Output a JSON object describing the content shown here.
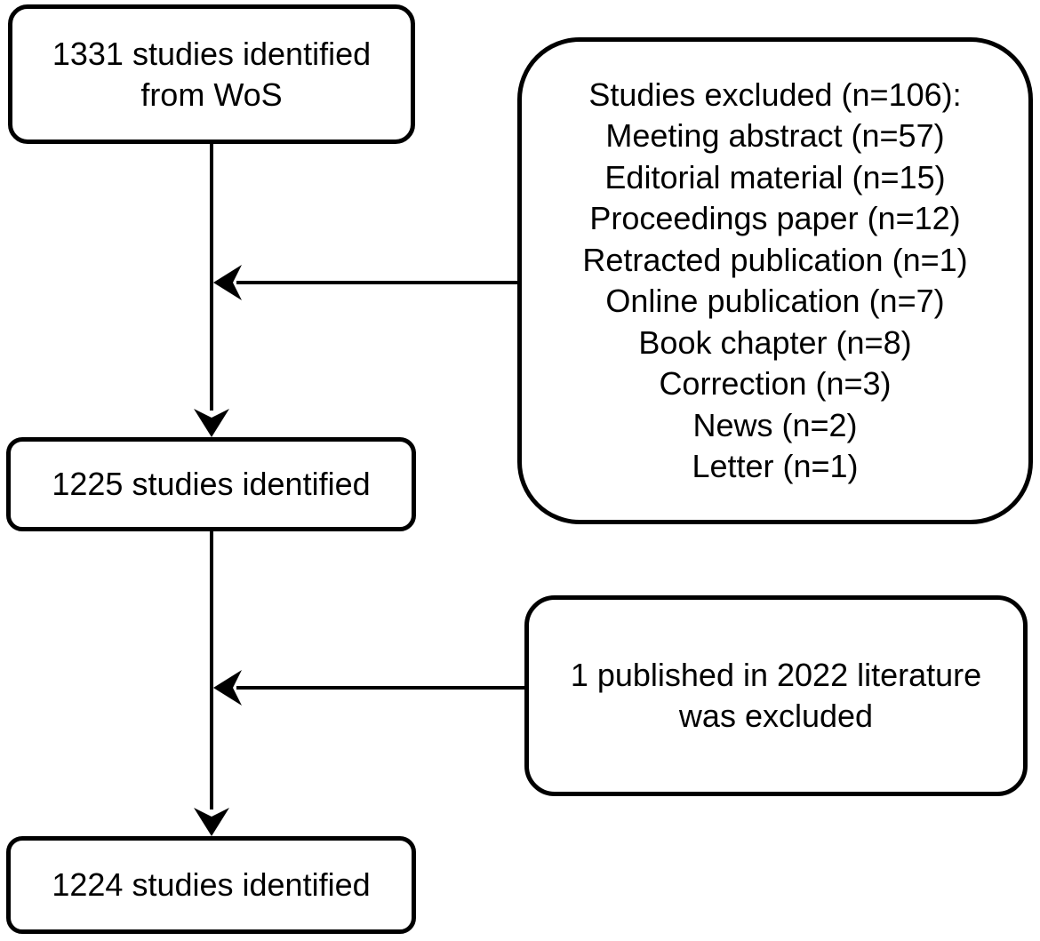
{
  "diagram": {
    "start_box": {
      "lines": [
        "1331 studies identified",
        "from WoS"
      ]
    },
    "mid_box": {
      "lines": [
        "1225 studies identified"
      ]
    },
    "end_box": {
      "lines": [
        "1224 studies identified"
      ]
    },
    "exclusion_box_1": {
      "lines": [
        "Studies excluded (n=106):",
        "Meeting abstract (n=57)",
        "Editorial material (n=15)",
        "Proceedings paper (n=12)",
        "Retracted publication (n=1)",
        "Online publication (n=7)",
        "Book chapter (n=8)",
        "Correction (n=3)",
        "News (n=2)",
        "Letter (n=1)"
      ]
    },
    "exclusion_box_2": {
      "lines": [
        "1 published in 2022 literature",
        "was excluded"
      ]
    },
    "colors": {
      "stroke": "#000000",
      "background": "#ffffff"
    }
  }
}
